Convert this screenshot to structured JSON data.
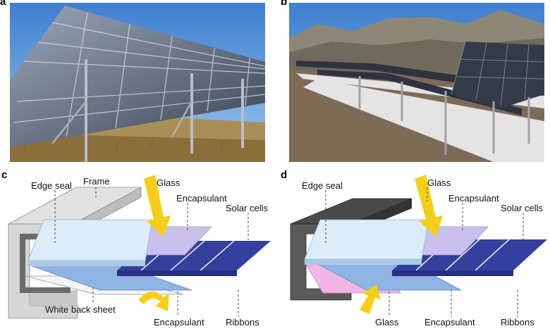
{
  "panels": {
    "a": {
      "letter": "a"
    },
    "b": {
      "letter": "b"
    },
    "c": {
      "letter": "c",
      "labels": {
        "frame": "Frame",
        "edge_seal": "Edge seal",
        "glass": "Glass",
        "encapsulant_top": "Encapsulant",
        "solar_cells": "Solar cells",
        "white_back_sheet": "White back sheet",
        "encapsulant_bottom": "Encapsulant",
        "ribbons": "Ribbons"
      }
    },
    "d": {
      "letter": "d",
      "labels": {
        "edge_seal": "Edge seal",
        "glass_top": "Glass",
        "encapsulant_top": "Encapsulant",
        "solar_cells": "Solar cells",
        "glass_bottom": "Glass",
        "encapsulant_bottom": "Encapsulant",
        "ribbons": "Ribbons"
      }
    }
  },
  "colors": {
    "arrow": "#f5cf17",
    "glass": "#dcecf8",
    "encapsulant": "#c9c0ec",
    "cells": "#34409e",
    "frame_light": "#d4d4d4",
    "frame_dark": "#555555",
    "back_glass_pink": "#f1b6e6"
  }
}
